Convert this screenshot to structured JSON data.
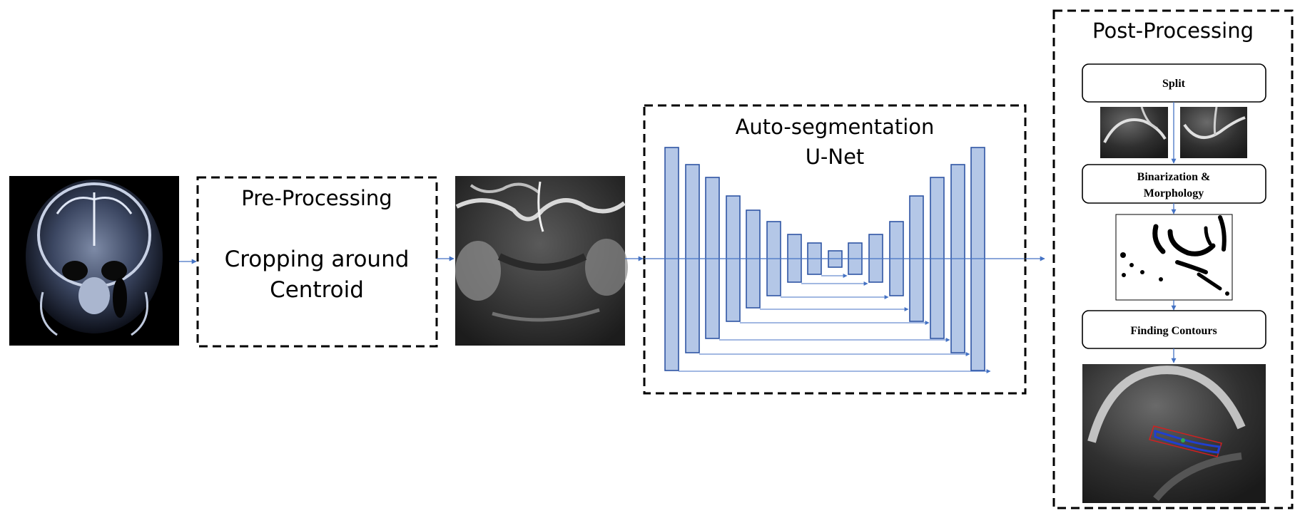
{
  "preprocessing": {
    "title": "Pre-Processing",
    "line1": "Cropping around",
    "line2": "Centroid"
  },
  "segmentation": {
    "title": "Auto-segmentation",
    "subtitle": "U-Net"
  },
  "postprocessing": {
    "title": "Post-Processing",
    "steps": {
      "split": "Split",
      "binarization_line1": "Binarization &",
      "binarization_line2": "Morphology",
      "contours": "Finding Contours"
    }
  },
  "colors": {
    "arrow": "#4472C4",
    "bar_fill": "#B4C7E7",
    "bar_stroke": "#2F55A4",
    "contour_line": "#1F3FD0",
    "bounding_box": "#D02020"
  },
  "icons": {
    "input_image": "coronal-mri-scan",
    "cropped_image": "cropped-mri-region",
    "split_images": "split-halves",
    "binary_mask": "binary-mask",
    "contour_result": "contour-overlay"
  }
}
